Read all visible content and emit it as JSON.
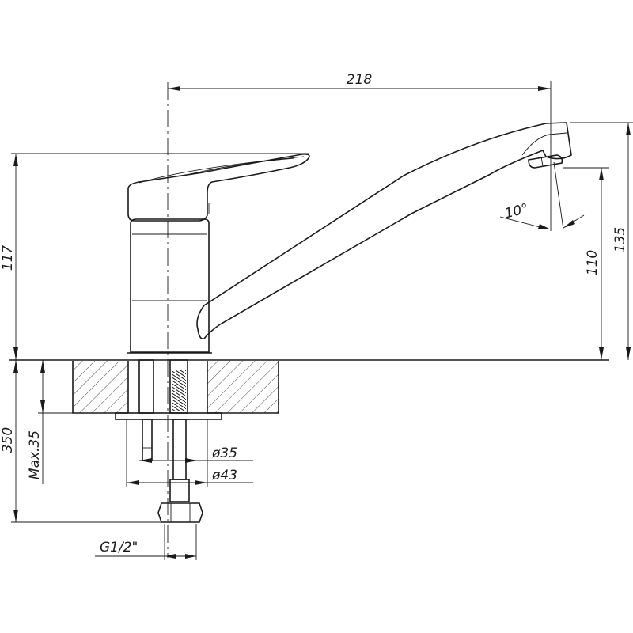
{
  "dimensions": {
    "spout_reach": "218",
    "body_height": "117",
    "outlet_height": "110",
    "total_height": "135",
    "hose_length": "350",
    "max_thickness": "Max.35",
    "hole_diameter": "ø35",
    "base_diameter": "ø43",
    "connection_thread": "G1/2\"",
    "spout_angle": "10°"
  }
}
